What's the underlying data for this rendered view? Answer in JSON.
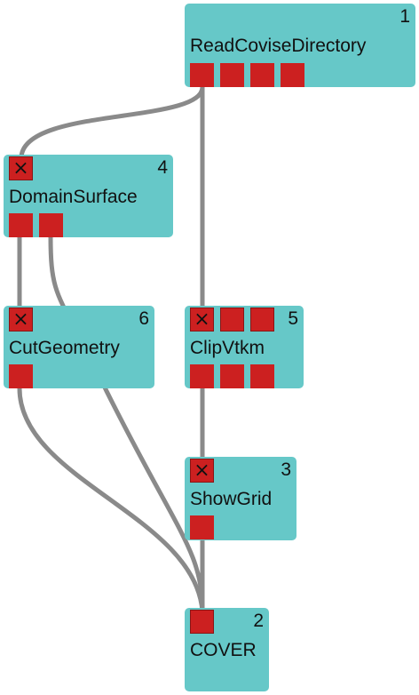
{
  "modules": {
    "read": {
      "number": "1",
      "name": "ReadCoviseDirectory"
    },
    "cover": {
      "number": "2",
      "name": "COVER"
    },
    "showgrid": {
      "number": "3",
      "name": "ShowGrid"
    },
    "domain": {
      "number": "4",
      "name": "DomainSurface"
    },
    "clip": {
      "number": "5",
      "name": "ClipVtkm"
    },
    "cut": {
      "number": "6",
      "name": "CutGeometry"
    }
  },
  "icons": {
    "port_closed": "×"
  },
  "colors": {
    "module": "#66c8c8",
    "port": "#cc2020",
    "wire": "#8a8a8a"
  },
  "connections": [
    {
      "from": "ReadCoviseDirectory",
      "to": "DomainSurface"
    },
    {
      "from": "ReadCoviseDirectory",
      "to": "ClipVtkm"
    },
    {
      "from": "DomainSurface",
      "to": "CutGeometry"
    },
    {
      "from": "DomainSurface",
      "to": "COVER"
    },
    {
      "from": "CutGeometry",
      "to": "COVER"
    },
    {
      "from": "ClipVtkm",
      "to": "ShowGrid"
    },
    {
      "from": "ShowGrid",
      "to": "COVER"
    }
  ]
}
